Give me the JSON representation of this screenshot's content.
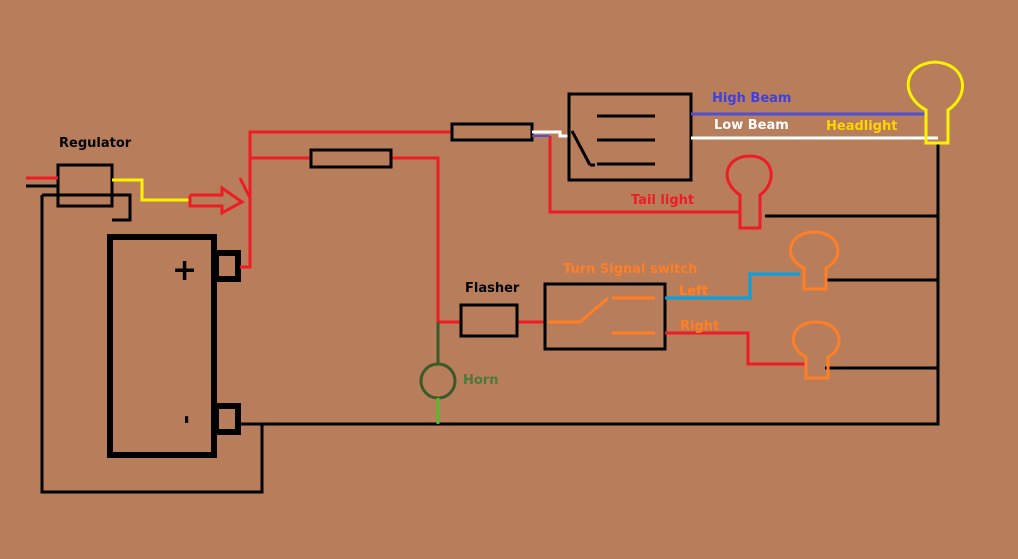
{
  "labels": {
    "regulator": "Regulator",
    "battery_plus": "+",
    "battery_minus": "-",
    "high_beam": "High Beam",
    "low_beam": "Low Beam",
    "headlight": "Headlight",
    "tail_light": "Tail light",
    "flasher": "Flasher",
    "turn_signal_switch": "Turn Signal switch",
    "left": "Left",
    "right": "Right",
    "horn": "Horn"
  },
  "colors": {
    "background": "#b87d5a",
    "black": "#000000",
    "red": "#ee1c24",
    "yellow": "#fff200",
    "orange": "#ff7f27",
    "blue": "#00a2e8",
    "purple": "#5050d0",
    "white": "#ffffff",
    "green": "#4a8a2a",
    "dark_green": "#3a5a2a",
    "high_beam_text": "#4040e0",
    "headlight_text": "#ffd400",
    "horn_text": "#4a7a3a"
  }
}
